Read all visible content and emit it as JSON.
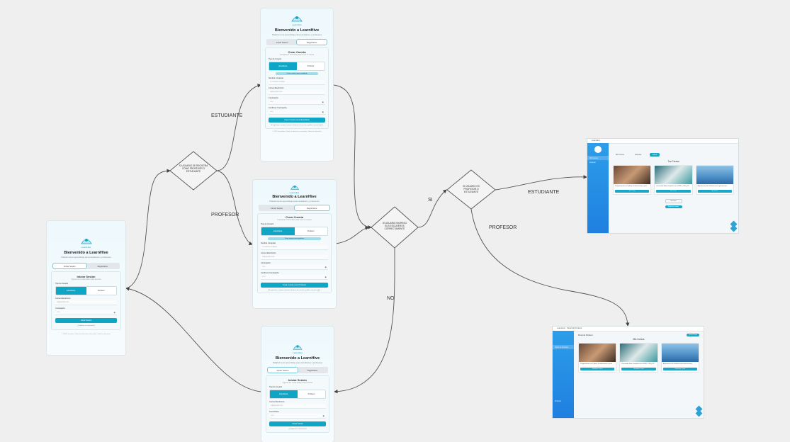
{
  "flow": {
    "register_decision": "SI USUARIO SE REGISTRA COMO PROFESOR O ESTUDIANTE",
    "login_decision": "SI USUARIO INGRESO SUS ESCUDEROS CORRECTAMENTE",
    "role_decision": "SI USUARIO ES PROFESOR O ESTUDIANTE",
    "edge_estudiante": "ESTUDIANTE",
    "edge_profesor": "PROFESOR",
    "edge_si": "SI",
    "edge_no": "NO",
    "edge_estudiante_2": "ESTUDIANTE",
    "edge_profesor_2": "PROFESOR"
  },
  "auth": {
    "logo_text": "LearnHive",
    "welcome": "Bienvenido a LearnHive",
    "subtitle": "Plataforma de aprendizaje para estudiantes y profesores",
    "tab_login": "Iniciar Sesión",
    "tab_register": "Registrarse",
    "login_title": "Iniciar Sesión",
    "login_sub": "Ingresa tus credenciales para acceder",
    "user_type": "Tipo de Usuario",
    "role_student": "Estudiante",
    "role_teacher": "Profesor",
    "email_label": "Correo Electrónico",
    "email_ph": "tu@ejemplo.com",
    "password_label": "Contraseña",
    "password_ph": "••••••",
    "login_button": "Iniciar Sesión",
    "forgot": "¿Olvidaste tu contraseña?",
    "footer": "© 2025 LearnHive. Todos los derechos reservados. Todos los derechos",
    "register_title": "Crear Cuenta",
    "register_sub": "Completa el formulario para crear tu cuenta",
    "student_hint": "Crear cuenta como estudiante",
    "teacher_hint": "Crear cuenta como profesor",
    "name_label": "Nombre Completo",
    "name_ph": "Tu nombre completo",
    "confirm_label": "Confirmar Contraseña",
    "register_student_btn": "Crear Cuenta como Estudiante",
    "register_teacher_btn": "Crear Cuenta como Profesor",
    "terms": "Al registrarte, aceptas nuestros términos de servicio y política de privacidad"
  },
  "dash_student": {
    "title": "LearnHive",
    "section": "Tus Cursos",
    "tab_courses": "Mis Cursos",
    "tab_explore": "Explorar",
    "tab_active": "Activo",
    "courses": [
      {
        "name": "Programación en Python: Fundamentos y más",
        "button": "Ver Curso"
      },
      {
        "name": "Desarrollo Web Completo con HTML, CSS y JS",
        "button": "Ver Curso"
      },
      {
        "name": "Arquitectura de Software para aplicaciones",
        "button": "Ver Curso"
      }
    ],
    "more": "Ver más",
    "explore": "Explorar cursos"
  },
  "dash_teacher": {
    "title": "LearnHive · Panel del Profesor",
    "section": "Mis Cursos",
    "create": "Crear Curso",
    "panel_label": "Panel de Profesor",
    "courses": [
      {
        "name": "Programación en Python: Fundamentos y más",
        "button": "Gestionar Curso"
      },
      {
        "name": "Desarrollo Web Completo con HTML, CSS y JS",
        "button": "Gestionar Curso"
      },
      {
        "name": "Arquitectura de Software para aplicaciones",
        "button": "Gestionar Curso"
      }
    ],
    "user": "Profesor"
  },
  "colors": {
    "accent": "#0fa5c4",
    "sidebar": "#2c9ee9",
    "canvas": "#efefef"
  }
}
